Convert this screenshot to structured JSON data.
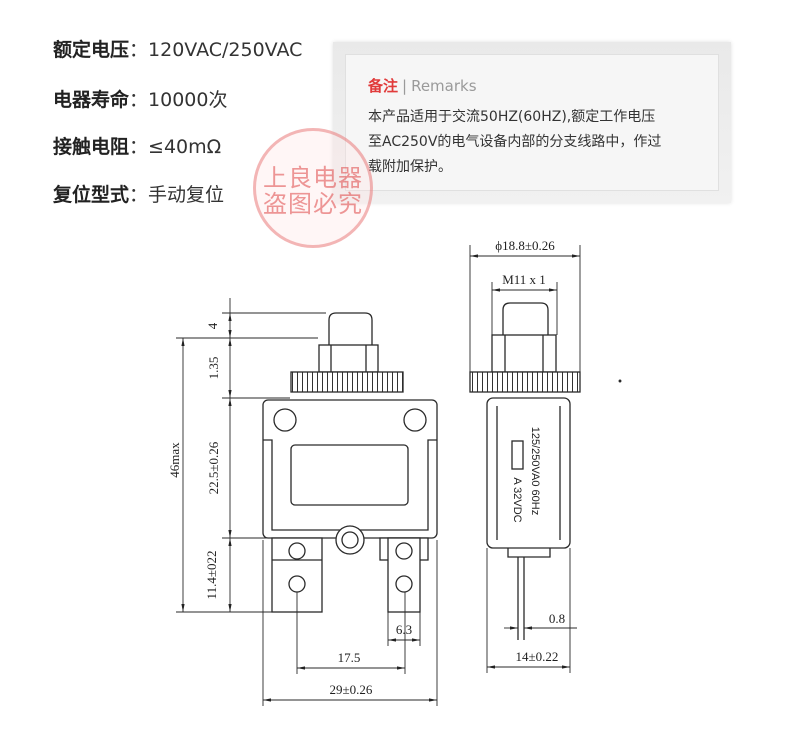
{
  "specs": [
    {
      "label": "额定电压",
      "sep": "：",
      "value": "120VAC/250VAC"
    },
    {
      "label": "电器寿命",
      "sep": "：",
      "value": "10000次"
    },
    {
      "label": "接触电阻",
      "sep": "：",
      "value": "≤40mΩ"
    },
    {
      "label": "复位型式",
      "sep": "：",
      "value": "手动复位"
    }
  ],
  "remarks": {
    "title_cn": "备注",
    "divider": "|",
    "title_en": "Remarks",
    "lines": [
      "本产品适用于交流50HZ(60HZ),额定工作电压",
      "至AC250V的电气设备内部的分支线路中，作过",
      "载附加保护。"
    ]
  },
  "watermark": {
    "line1": "上良电器",
    "line2": "盗图必究"
  },
  "drawing": {
    "front_view": {
      "dim_button_height": "4",
      "dim_collar_height": "1.35",
      "dim_housing_height": "22.5±0.26",
      "dim_terminal_length": "11.4±022",
      "dim_overall_height": "46max",
      "dim_tab_width": "6.3",
      "dim_terminal_pitch": "17.5",
      "dim_housing_width": "29±0.26"
    },
    "side_view": {
      "dim_nut_diameter": "ϕ18.8±0.26",
      "dim_thread": "M11 x 1",
      "marking_ac": "125/250VA0 60Hz",
      "marking_dc": "A 32VDC",
      "dim_tab_thickness": "0.8",
      "dim_housing_depth": "14±0.22"
    }
  },
  "colors": {
    "accent": "#e13b3b",
    "text": "#333333",
    "muted": "#9a9a9a",
    "watermark": "#e05555"
  }
}
